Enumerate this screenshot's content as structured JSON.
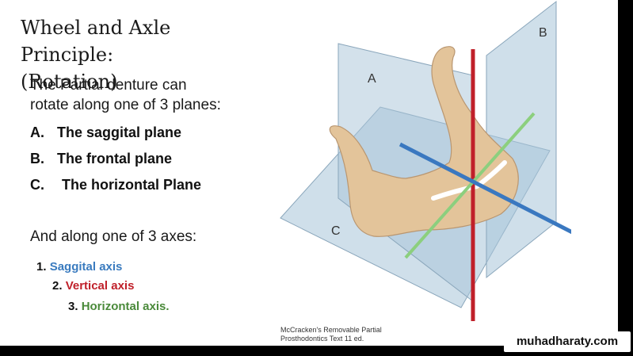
{
  "slide": {
    "title_line1": "Wheel and Axle Principle:",
    "title_line2": "(Rotation)",
    "intro_line1": "The Partial denture can",
    "intro_line2": "rotate along one of 3 planes:",
    "planes": [
      {
        "letter": "A.",
        "label": "The saggital plane"
      },
      {
        "letter": "B.",
        "label": "The frontal plane"
      },
      {
        "letter": "C.",
        "label": "The horizontal Plane"
      }
    ],
    "axes_intro": "And along one of 3 axes:",
    "axes": [
      {
        "num": "1.",
        "label": "Saggital axis",
        "color": "#3a7bbf"
      },
      {
        "num": "2.",
        "label": "Vertical axis",
        "color": "#c0202a"
      },
      {
        "num": "3.",
        "label": "Horizontal axis.",
        "color": "#4a8a3a"
      }
    ]
  },
  "figure": {
    "plane_labels": {
      "a": "A",
      "b": "B",
      "c": "C"
    },
    "caption_line1": "McCracken's Removable Partial",
    "caption_line2": "Prosthodontics Text 11 ed.",
    "colors": {
      "plane": "#a8c4d8",
      "bone": "#e3c49a",
      "sagittal_axis": "#3a78c0",
      "vertical_axis": "#c0202a",
      "horizontal_axis": "#8ccf7e"
    }
  },
  "watermark": "muhadharaty.com"
}
